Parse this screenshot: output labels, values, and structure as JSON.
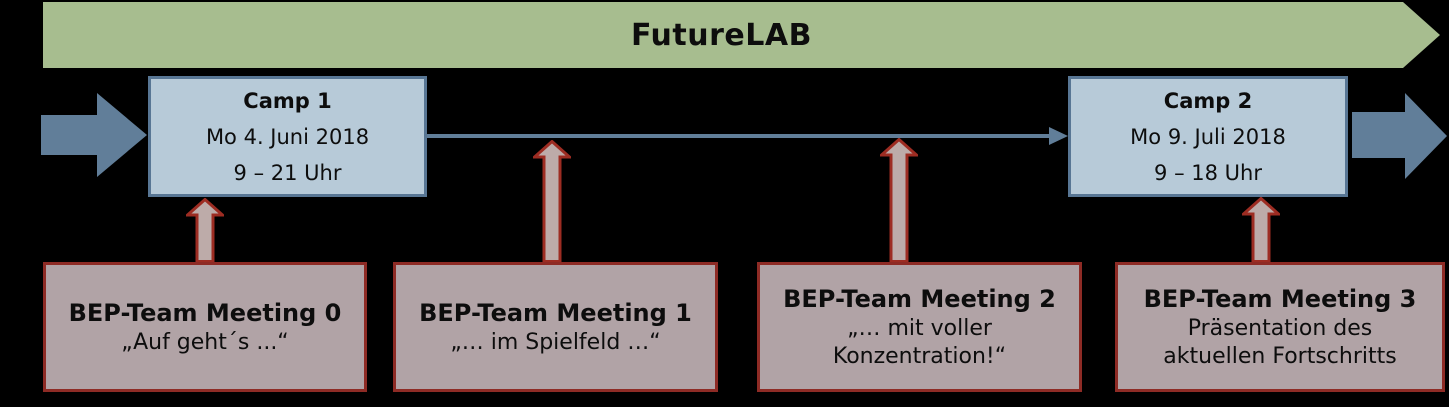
{
  "banner": {
    "title": "FutureLAB"
  },
  "camps": [
    {
      "title": "Camp 1",
      "date": "Mo 4. Juni 2018",
      "time": "9 – 21 Uhr"
    },
    {
      "title": "Camp 2",
      "date": "Mo 9. Juli 2018",
      "time": "9 – 18 Uhr"
    }
  ],
  "meetings": [
    {
      "title": "BEP-Team Meeting 0",
      "subtitle": "„Auf geht´s ...“"
    },
    {
      "title": "BEP-Team Meeting 1",
      "subtitle": "„… im Spielfeld …“"
    },
    {
      "title": "BEP-Team Meeting 2",
      "subtitle": "„… mit voller Konzentration!“"
    },
    {
      "title": "BEP-Team Meeting 3",
      "subtitle": "Präsentation des aktuellen Fortschritts"
    }
  ],
  "colors": {
    "background": "#000000",
    "banner_green": "#a7bd8f",
    "timeline_slate": "#617e99",
    "camp_fill": "#b7cad8",
    "camp_border": "#587694",
    "meeting_fill": "#b1a3a6",
    "meeting_border": "#8e2b25",
    "up_arrow_fill": "#bdaba9",
    "up_arrow_border": "#9d2c22"
  }
}
